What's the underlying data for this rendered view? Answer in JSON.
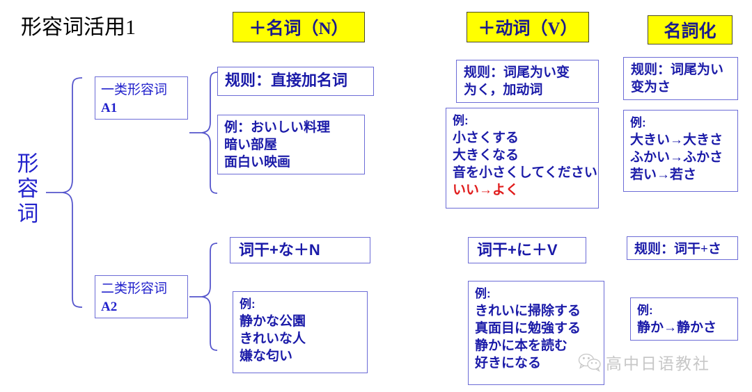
{
  "page": {
    "title": "形容词活用1",
    "root_label": "形\n容\n词"
  },
  "columns": {
    "noun": {
      "header": "＋名词（N）"
    },
    "verb": {
      "header": "＋动词（V）"
    },
    "nominal": {
      "header": "名詞化"
    }
  },
  "categories": [
    {
      "name": "一类形容词",
      "code": "A1"
    },
    {
      "name": "二类形容词",
      "code": "A2"
    }
  ],
  "cells": {
    "a1_noun_rule": "规则：直接加名词",
    "a1_noun_ex": [
      "例：おいしい料理",
      "暗い部屋",
      "面白い映画"
    ],
    "a1_verb_rule": "规则：词尾为い变\n为く，加动词",
    "a1_verb_ex": [
      "例:",
      "小さくする",
      "大きくなる",
      "音を小さくしてください",
      "いい→よく"
    ],
    "a1_verb_ex_red_index": 4,
    "a1_nom_rule": "规则：词尾为い\n变为さ",
    "a1_nom_ex": [
      "例:",
      "大きい→大きさ",
      "ふかい→ふかさ",
      "若い→若さ"
    ],
    "a2_noun_form": "词干+な＋N",
    "a2_noun_ex": [
      "例:",
      "静かな公園",
      "きれいな人",
      "嫌な匂い"
    ],
    "a2_verb_form": "词干+に＋V",
    "a2_verb_ex": [
      "例:",
      "きれいに掃除する",
      "真面目に勉強する",
      "静かに本を読む",
      "好きになる"
    ],
    "a2_nom_rule": "规则：词干+さ",
    "a2_nom_ex": [
      "例:",
      "静か→静かさ"
    ]
  },
  "watermark": {
    "text": "高中日语教社",
    "icon": "wechat-icon"
  },
  "colors": {
    "chip_bg": "#ffff00",
    "chip_border": "#4a4a22",
    "box_border": "#6b6bd6",
    "text_blue": "#1a1aa8",
    "text_blue_light": "#2222cc",
    "highlight_red": "#e01b1b",
    "title_black": "#000000"
  }
}
